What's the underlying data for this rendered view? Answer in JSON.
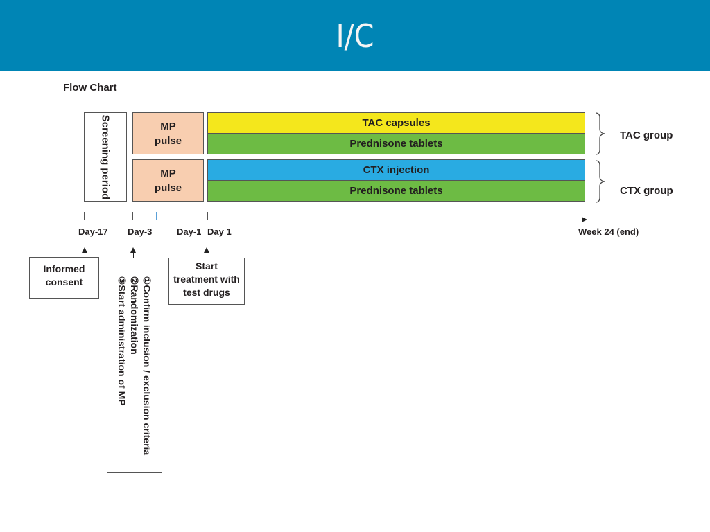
{
  "header": {
    "title": "I/C"
  },
  "section_title": "Flow Chart",
  "phases": {
    "screening": "Screening period",
    "mp_pulse_1": "MP pulse",
    "mp_pulse_2": "MP pulse"
  },
  "treatment_bars": [
    {
      "label": "TAC capsules",
      "color": "#f4e71c"
    },
    {
      "label": "Prednisone tablets",
      "color": "#6dbb44"
    },
    {
      "label": "CTX injection",
      "color": "#29abe2"
    },
    {
      "label": "Prednisone tablets",
      "color": "#6dbb44"
    }
  ],
  "groups": [
    {
      "label": "TAC group"
    },
    {
      "label": "CTX group"
    }
  ],
  "timeline": {
    "labels": [
      "Day-17",
      "Day-3",
      "Day-1",
      "Day 1",
      "Week 24 (end)"
    ]
  },
  "notes": {
    "informed_consent": [
      "Informed",
      "consent"
    ],
    "day3_steps": [
      "①Confirm inclusion / exclusion criteria",
      "②Randomization",
      "③Start administration of MP"
    ],
    "start_treatment": [
      "Start",
      "treatment with",
      "test drugs"
    ]
  }
}
